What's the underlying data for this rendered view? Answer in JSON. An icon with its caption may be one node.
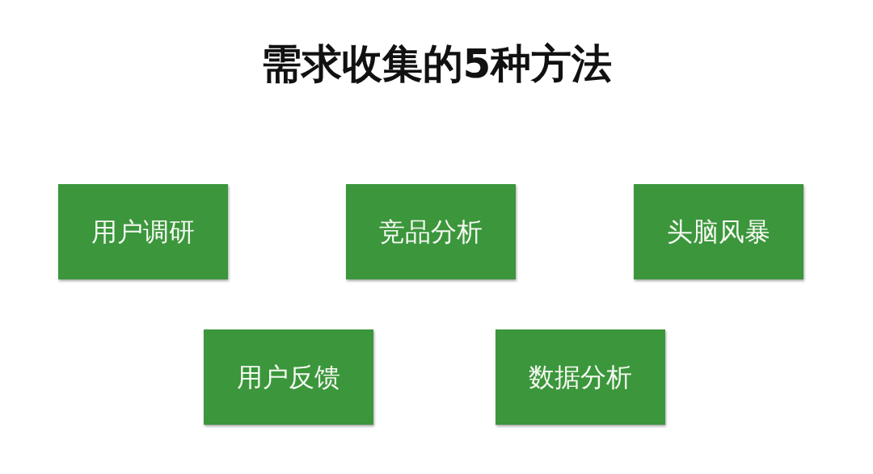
{
  "diagram": {
    "title": "需求收集的5种方法",
    "nodes": [
      {
        "text": [
          "用户调研"
        ]
      },
      {
        "text": [
          "竞品分析"
        ]
      },
      {
        "text": [
          "头脑风暴"
        ]
      },
      {
        "text": [
          "用户反馈"
        ]
      },
      {
        "text": [
          "数据分析"
        ]
      }
    ]
  }
}
